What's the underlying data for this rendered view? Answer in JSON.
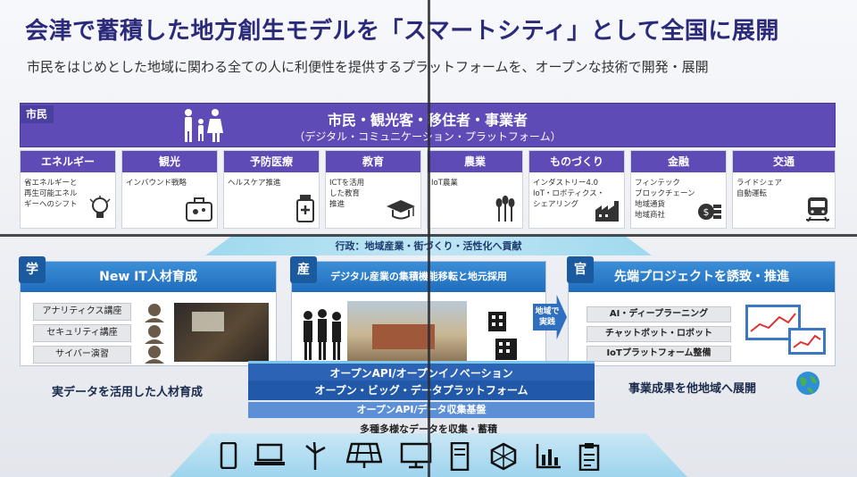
{
  "title": "会津で蓄積した地方創生モデルを「スマートシティ」として全国に展開",
  "subtitle": "市民をはじめとした地域に関わる全ての人に利便性を提供するプラットフォームを、オープンな技術で開発・展開",
  "citizen": {
    "label": "市民",
    "title": "市民・観光客・移住者・事業者",
    "sub": "（デジタル・コミュニケーション・プラットフォーム）"
  },
  "services": [
    {
      "head": "エネルギー",
      "body": "省エネルギーと\n再生可能エネル\nギーへのシフト",
      "icon": "lightbulb-icon"
    },
    {
      "head": "観光",
      "body": "インバウンド戦略",
      "icon": "suitcase-icon"
    },
    {
      "head": "予防医療",
      "body": "ヘルスケア推進",
      "icon": "medicine-bottle-icon"
    },
    {
      "head": "教育",
      "body": "ICTを活用\nした教育\n推進",
      "icon": "graduation-cap-icon"
    },
    {
      "head": "農業",
      "body": "IoT農業",
      "icon": "wheat-icon"
    },
    {
      "head": "ものづくり",
      "body": "インダストリー4.0\nIoT・ロボティクス・\nシェアリング",
      "icon": "factory-icon"
    },
    {
      "head": "金融",
      "body": "フィンテック\nブロックチェーン\n地域通貨\n地域商社",
      "icon": "coins-icon"
    },
    {
      "head": "交通",
      "body": "ライドシェア\n自動運転",
      "icon": "train-icon"
    }
  ],
  "gov_banner": "行政：地域産業・街づくり・活性化へ貢献",
  "pillars": {
    "gaku": {
      "badge": "学",
      "head": "New IT人材育成",
      "items": [
        "アナリティクス講座",
        "セキュリティ講座",
        "サイバー演習"
      ],
      "caption": "実データを活用した人材育成"
    },
    "san": {
      "badge": "産",
      "head": "デジタル産業の集積機能移転と地元採用",
      "arrow": "地域で\n実践"
    },
    "kan": {
      "badge": "官",
      "head": "先端プロジェクトを誘致・推進",
      "items": [
        "AI・ディープラーニング",
        "チャットボット・ロボット",
        "IoTプラットフォーム整備"
      ],
      "caption": "事業成果を他地域へ展開"
    }
  },
  "platform": {
    "api": "オープンAPI/オープンイノベーション",
    "bigdata": "オープン・ビッグ・データプラットフォーム",
    "collect_base": "オープンAPI/データ収集基盤",
    "collect_text": "多種多様なデータを収集・蓄積"
  },
  "devices": [
    "smartphone-icon",
    "laptop-icon",
    "wind-turbine-icon",
    "solar-panel-icon",
    "monitor-icon",
    "server-icon",
    "sensor-icon",
    "bar-chart-icon",
    "clipboard-icon"
  ],
  "colors": {
    "purple": "#5f4bb6",
    "blue": "#2258a8",
    "lightblue": "#9fd9ee",
    "title": "#2b2a7a"
  }
}
